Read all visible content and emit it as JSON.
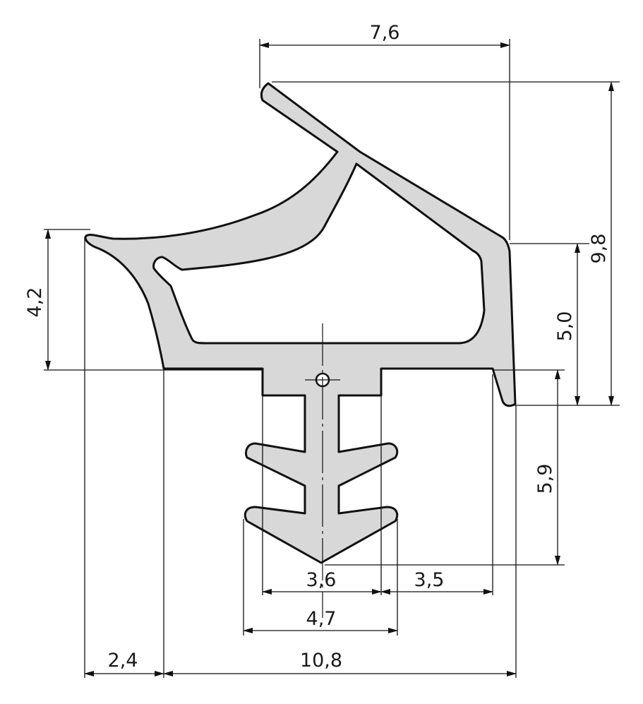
{
  "dimensions": {
    "top_width": "7,6",
    "total_height": "9,8",
    "right_height": "5,0",
    "left_height": "4,2",
    "foot_depth": "5,9",
    "stem_width": "3,6",
    "right_offset": "3,5",
    "barb_width": "4,7",
    "left_offset": "2,4",
    "total_width": "10,8"
  },
  "colors": {
    "profile_fill": "#d8d8d8",
    "outline": "#111111"
  }
}
